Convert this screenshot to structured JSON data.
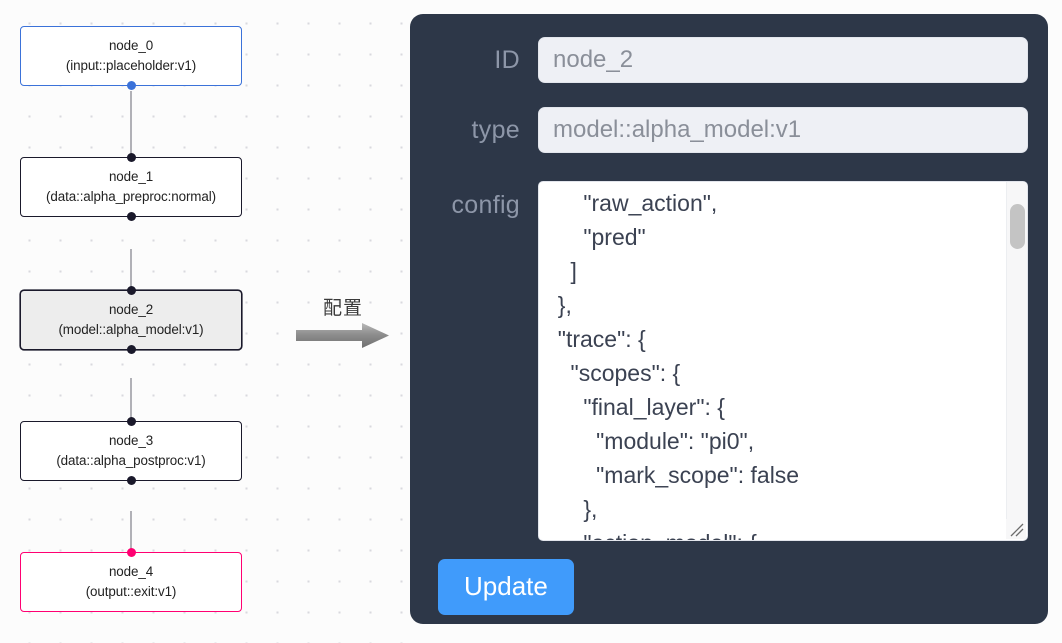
{
  "flow": {
    "nodes": [
      {
        "id": "node_0",
        "title": "node_0",
        "subtitle": "(input::placeholder:v1)",
        "kind": "input",
        "selected": false
      },
      {
        "id": "node_1",
        "title": "node_1",
        "subtitle": "(data::alpha_preproc:normal)",
        "kind": "default",
        "selected": false
      },
      {
        "id": "node_2",
        "title": "node_2",
        "subtitle": "(model::alpha_model:v1)",
        "kind": "default",
        "selected": true
      },
      {
        "id": "node_3",
        "title": "node_3",
        "subtitle": "(data::alpha_postproc:v1)",
        "kind": "default",
        "selected": false
      },
      {
        "id": "node_4",
        "title": "node_4",
        "subtitle": "(output::exit:v1)",
        "kind": "output",
        "selected": false
      }
    ],
    "edges": [
      {
        "from": "node_0",
        "to": "node_1"
      },
      {
        "from": "node_1",
        "to": "node_2"
      },
      {
        "from": "node_2",
        "to": "node_3"
      },
      {
        "from": "node_3",
        "to": "node_4"
      }
    ],
    "colors": {
      "input_border": "#3b72d9",
      "output_border": "#ff0072",
      "default_border": "#1a192b",
      "selected_fill": "#ededed",
      "canvas_bg": "#fcfcfc",
      "dot": "#d9d9de",
      "edge": "#b1b1b7"
    }
  },
  "annotation": {
    "label": "配置",
    "arrow_icon": "arrow-right-icon"
  },
  "panel": {
    "background": "#2d3748",
    "fields": {
      "id": {
        "label": "ID",
        "value": "node_2",
        "placeholder": "node id"
      },
      "type": {
        "label": "type",
        "value": "model::alpha_model:v1",
        "placeholder": "node type"
      },
      "config": {
        "label": "config",
        "value": "      \"raw_action\",\n      \"pred\"\n    ]\n  },\n  \"trace\": {\n    \"scopes\": {\n      \"final_layer\": {\n        \"module\": \"pi0\",\n        \"mark_scope\": false\n      },\n      \"action_model\": {",
        "scroll_thumb_visible": true,
        "resize_handle": "resize-grip-icon"
      }
    },
    "actions": {
      "update_label": "Update",
      "update_color": "#409bfb"
    }
  }
}
